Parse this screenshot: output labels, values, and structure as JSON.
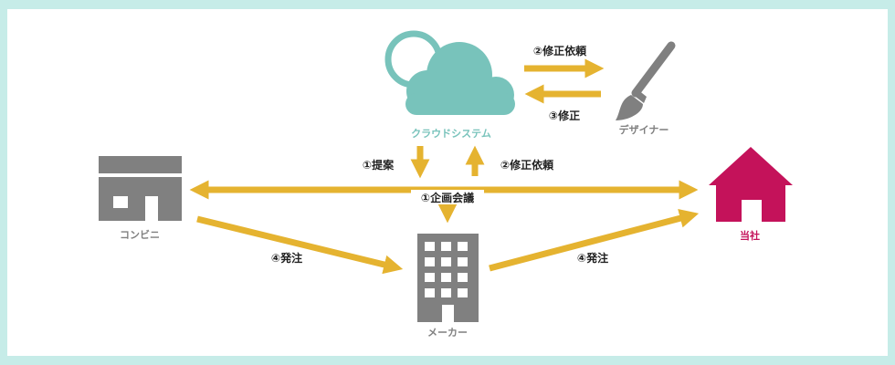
{
  "colors": {
    "background": "#c6ece8",
    "panel": "#ffffff",
    "arrow": "#e5b330",
    "cloud": "#78c3bb",
    "gray": "#808080",
    "company": "#c4125a",
    "text": "#222222"
  },
  "nodes": {
    "cloud_system": {
      "label": "クラウドシステム",
      "icon": "cloud-icon"
    },
    "designer": {
      "label": "デザイナー",
      "icon": "paintbrush-icon"
    },
    "convenience_store": {
      "label": "コンビニ",
      "icon": "store-icon"
    },
    "manufacturer": {
      "label": "メーカー",
      "icon": "building-icon"
    },
    "company": {
      "label": "当社",
      "icon": "house-icon"
    }
  },
  "flows": {
    "revision_request_to_designer": "②修正依頼",
    "revision_from_designer": "③修正",
    "proposal": "①提案",
    "revision_request_to_cloud": "②修正依頼",
    "planning_meeting": "①企画会議",
    "order_from_store": "④発注",
    "order_to_company": "④発注"
  }
}
